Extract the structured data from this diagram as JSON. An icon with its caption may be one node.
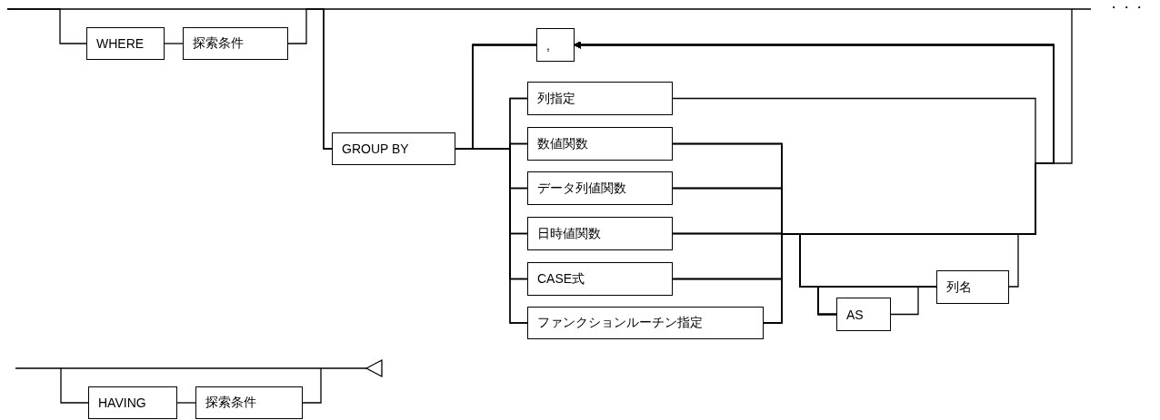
{
  "diagram": {
    "nodes": [
      {
        "text": [
          "WHERE"
        ]
      },
      {
        "text": [
          "探索条件"
        ]
      },
      {
        "text": [
          "GROUP BY"
        ]
      },
      {
        "text": [
          ","
        ]
      },
      {
        "text": [
          "列指定"
        ]
      },
      {
        "text": [
          "数値関数"
        ]
      },
      {
        "text": [
          "データ列値関数"
        ]
      },
      {
        "text": [
          "日時値関数"
        ]
      },
      {
        "text": [
          "CASE式"
        ]
      },
      {
        "text": [
          "ファンクションルーチン指定"
        ]
      },
      {
        "text": [
          "AS"
        ]
      },
      {
        "text": [
          "列名"
        ]
      },
      {
        "text": [
          "HAVING"
        ]
      },
      {
        "text": [
          "探索条件"
        ]
      }
    ],
    "edges": [
      {
        "from": 0,
        "to": 1,
        "arrow": "none"
      },
      {
        "from": 2,
        "to": 4,
        "arrow": "none"
      },
      {
        "from": 2,
        "to": 5,
        "arrow": "none"
      },
      {
        "from": 2,
        "to": 6,
        "arrow": "none"
      },
      {
        "from": 2,
        "to": 7,
        "arrow": "none"
      },
      {
        "from": 2,
        "to": 8,
        "arrow": "none"
      },
      {
        "from": 2,
        "to": 9,
        "arrow": "none"
      },
      {
        "from": 3,
        "to": 4,
        "arrow": "none"
      },
      {
        "from": 3,
        "to": 5,
        "arrow": "none"
      },
      {
        "from": 3,
        "to": 6,
        "arrow": "none"
      },
      {
        "from": 3,
        "to": 7,
        "arrow": "none"
      },
      {
        "from": 3,
        "to": 8,
        "arrow": "none"
      },
      {
        "from": 3,
        "to": 9,
        "arrow": "none"
      },
      {
        "from": 4,
        "to": 3,
        "arrow": "to"
      },
      {
        "from": 5,
        "to": 3,
        "arrow": "to"
      },
      {
        "from": 6,
        "to": 3,
        "arrow": "to"
      },
      {
        "from": 7,
        "to": 3,
        "arrow": "to"
      },
      {
        "from": 8,
        "to": 3,
        "arrow": "to"
      },
      {
        "from": 9,
        "to": 3,
        "arrow": "to"
      },
      {
        "from": 5,
        "to": 10,
        "arrow": "none"
      },
      {
        "from": 6,
        "to": 10,
        "arrow": "none"
      },
      {
        "from": 7,
        "to": 10,
        "arrow": "none"
      },
      {
        "from": 8,
        "to": 10,
        "arrow": "none"
      },
      {
        "from": 9,
        "to": 10,
        "arrow": "none"
      },
      {
        "from": 5,
        "to": 11,
        "arrow": "none"
      },
      {
        "from": 6,
        "to": 11,
        "arrow": "none"
      },
      {
        "from": 7,
        "to": 11,
        "arrow": "none"
      },
      {
        "from": 8,
        "to": 11,
        "arrow": "none"
      },
      {
        "from": 9,
        "to": 11,
        "arrow": "none"
      },
      {
        "from": 10,
        "to": 11,
        "arrow": "none"
      },
      {
        "from": 11,
        "to": 3,
        "arrow": "to"
      },
      {
        "from": 12,
        "to": 13,
        "arrow": "none"
      },
      {
        "from": null,
        "to": 0,
        "arrow": "none"
      },
      {
        "from": 1,
        "to": 2,
        "arrow": "none"
      },
      {
        "from": null,
        "to": 2,
        "arrow": "none"
      },
      {
        "from": null,
        "to": 12,
        "arrow": "none"
      },
      {
        "from": 13,
        "to": null,
        "arrow": "none"
      }
    ],
    "labels": [
      "・・・"
    ]
  }
}
